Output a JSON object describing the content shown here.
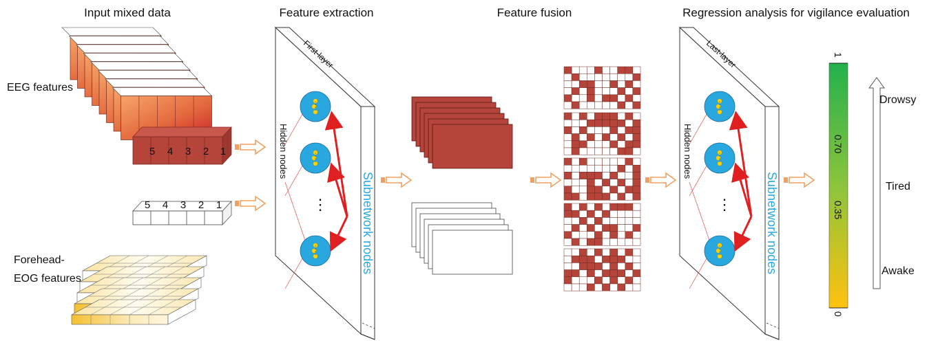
{
  "titles": {
    "input": "Input mixed data",
    "extraction": "Feature extraction",
    "fusion": "Feature fusion",
    "regression": "Regression analysis for vigilance evaluation"
  },
  "labels": {
    "eeg": "EEG features",
    "eog_line1": "Forehead-",
    "eog_line2": "EOG features",
    "first_layer": "First-layer",
    "last_layer": "Last-layer",
    "hidden_nodes": "Hidden nodes",
    "subnetwork_nodes": "Subnetwork nodes",
    "ellipsis": "⋮"
  },
  "sequence": [
    "5",
    "4",
    "3",
    "2",
    "1"
  ],
  "scale": {
    "top": "1",
    "upper_mid": "0.70",
    "lower_mid": "0.35",
    "bottom": "0",
    "top_color": "#22b14c",
    "bottom_color": "#ffc20e"
  },
  "states": {
    "high": "Drowsy",
    "mid": "Tired",
    "low": "Awake"
  },
  "colors": {
    "brick": "#b5443a",
    "arrow": "#f0a060",
    "node": "#29a8e0",
    "node_dot": "#ffd400",
    "red_arrow": "#e02020"
  }
}
